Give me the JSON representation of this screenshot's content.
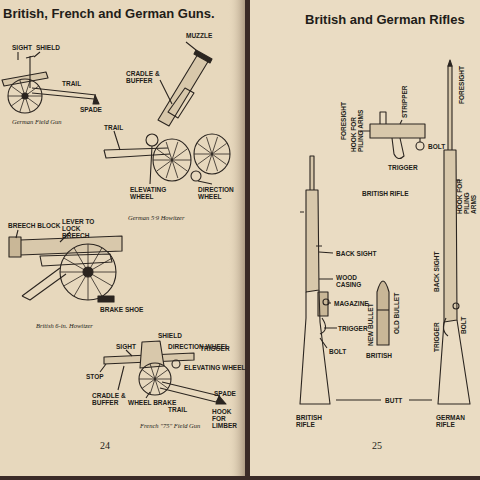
{
  "diagram": {
    "title": "British, French and German Guns.",
    "labels": [
      "British and German Rifles",
      "SIGHT",
      "SHIELD",
      "TRAIL",
      "SPADE",
      "German Field Gun",
      "MUZZLE",
      "CRADLE & BUFFER",
      "TRAIL",
      "ELEVATING WHEEL",
      "DIRECTION WHEEL",
      "German 5·9 Howitzer",
      "BREECH BLOCK",
      "LEVER TO LOCK BREECH",
      "BRAKE SHOE",
      "British 6-in. Howitzer",
      "SHIELD",
      "SIGHT",
      "DIRECTION WHEEL",
      "TRIGGER",
      "ELEVATING WHEEL",
      "STOP",
      "CRADLE & BUFFER",
      "WHEEL BRAKE",
      "TRAIL",
      "SPADE",
      "HOOK FOR LIMBER",
      "French \"75\" Field Gun",
      "24",
      "FORESIGHT",
      "HOOK FOR PILING ARMS",
      "STRIPPER",
      "BOLT",
      "TRIGGER",
      "BRITISH RIFLE",
      "BACK SIGHT",
      "WOOD CASING",
      "MAGAZINE",
      "TRIGGER",
      "BOLT",
      "OLD BULLET",
      "NEW BULLET",
      "BRITISH",
      "BRITISH RIFLE",
      "BUTT",
      "GERMAN RIFLE",
      "FORESIGHT",
      "HOOK FOR PILING ARMS",
      "BACK SIGHT",
      "BOLT",
      "TRIGGER",
      "25"
    ]
  }
}
